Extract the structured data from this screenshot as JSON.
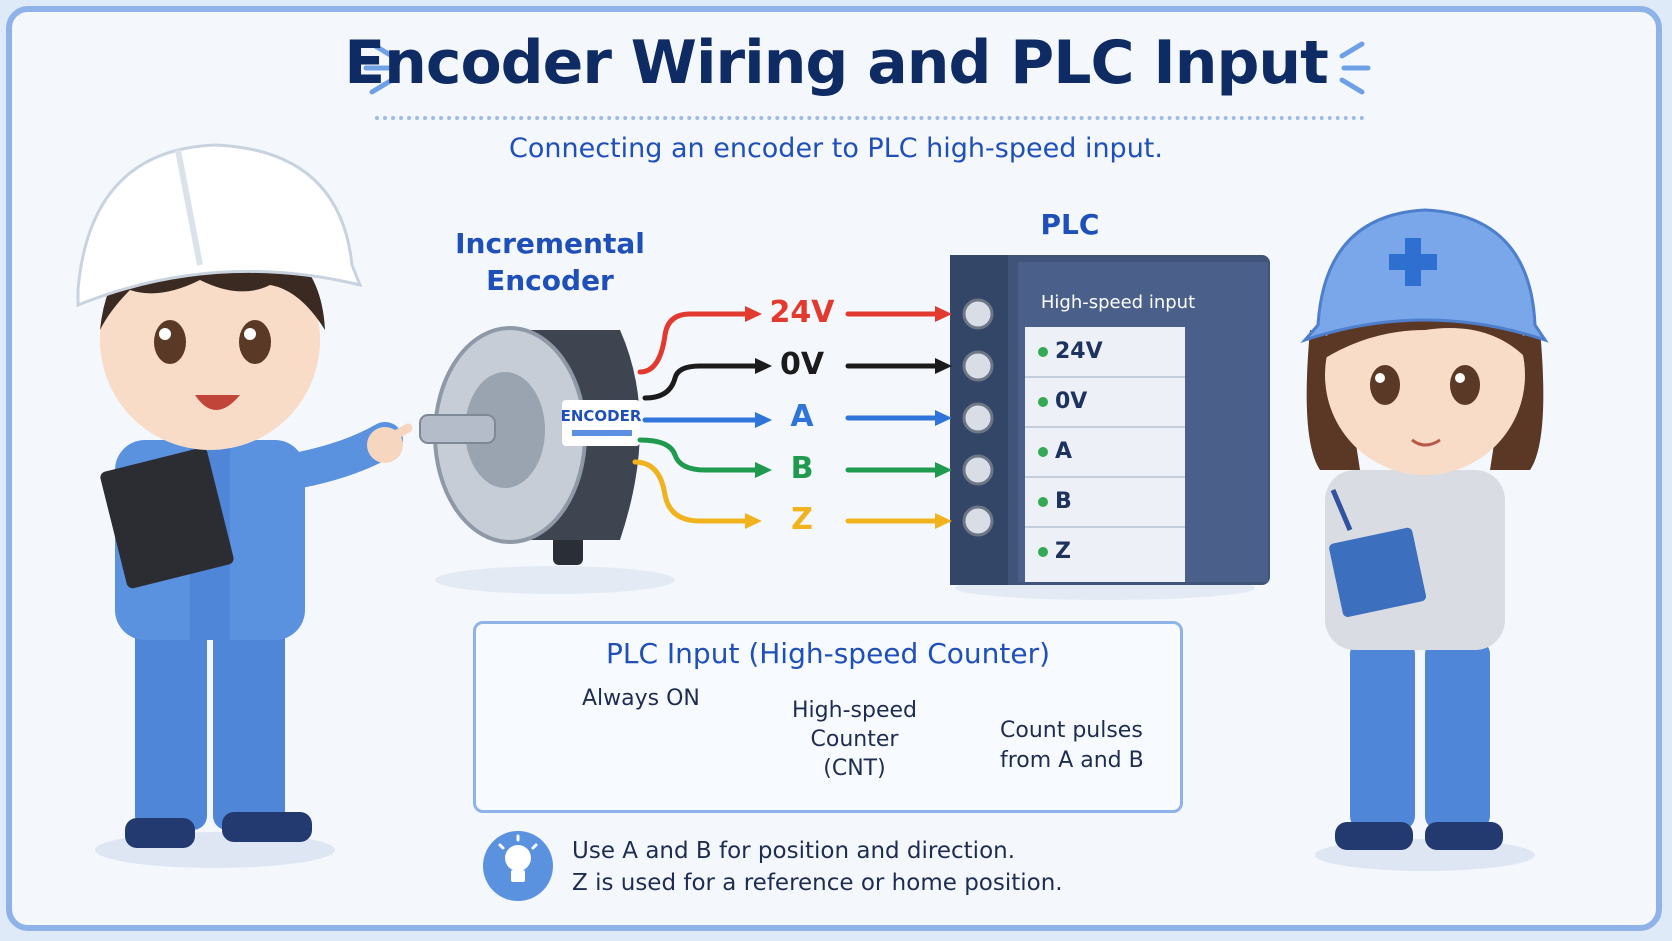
{
  "title": "Encoder Wiring and PLC Input",
  "subtitle": "Connecting an encoder to PLC high-speed input.",
  "encoder": {
    "label_line1": "Incremental",
    "label_line2": "Encoder",
    "badge": "ENCODER"
  },
  "plc": {
    "label": "PLC",
    "panel_title": "High-speed input",
    "terminals": [
      "24V",
      "0V",
      "A",
      "B",
      "Z"
    ]
  },
  "wires": [
    {
      "label": "24V",
      "color": "#e23a2e"
    },
    {
      "label": "0V",
      "color": "#1b1b1b"
    },
    {
      "label": "A",
      "color": "#2f74d8"
    },
    {
      "label": "B",
      "color": "#1f9a4f"
    },
    {
      "label": "Z",
      "color": "#f0b31e"
    }
  ],
  "ladder": {
    "title": "PLC Input (High-speed Counter)",
    "contact_label": "Always ON",
    "box_line1": "High-speed",
    "box_line2": "Counter",
    "box_line3": "(CNT)",
    "note_line1": "Count pulses",
    "note_line2": "from A and B"
  },
  "tip": {
    "line1": "Use A and B for position and direction.",
    "line2": "Z is used for a reference or home position."
  },
  "colors": {
    "title": "#0f2b63",
    "accent": "#1f4fb8",
    "frame": "#8fb3e8",
    "plc_body": "#3f5478"
  }
}
